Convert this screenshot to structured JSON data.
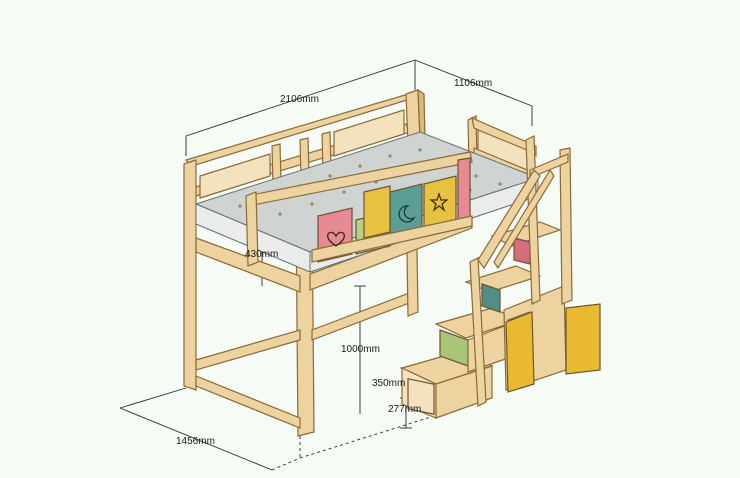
{
  "dimensions": {
    "length": "2106mm",
    "depth_top": "1106mm",
    "depth_bottom": "1456mm",
    "rail_height": "430mm",
    "under_height": "1000mm",
    "step_height": "350mm",
    "step_bottom": "277mm"
  },
  "colors": {
    "background": "#f6fbf6",
    "wood": "#ecd3a0",
    "panel_pink": "#e88a94",
    "panel_green": "#b9cf86",
    "panel_teal": "#5b9e95",
    "panel_yellow": "#e7c241",
    "drawer_green": "#a9c57a",
    "drawer_teal": "#4f8f87",
    "drawer_pink": "#d96c7a",
    "cabinet_yellow": "#e9b930"
  },
  "icons": {
    "heart": "heart-icon",
    "moon": "moon-icon",
    "star": "star-icon"
  }
}
